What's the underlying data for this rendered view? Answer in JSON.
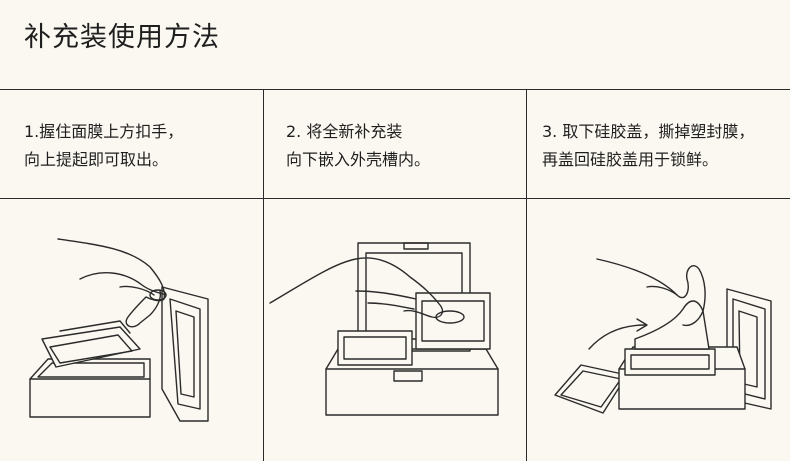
{
  "page": {
    "title": "补充装使用方法"
  },
  "steps": [
    {
      "line1": "1.握住面膜上方扣手，",
      "line2": "向上提起即可取出。"
    },
    {
      "line1": "2. 将全新补充装",
      "line2": "向下嵌入外壳槽内。"
    },
    {
      "line1": "3. 取下硅胶盖，撕掉塑封膜，",
      "line2": "再盖回硅胶盖用于锁鲜。"
    }
  ]
}
